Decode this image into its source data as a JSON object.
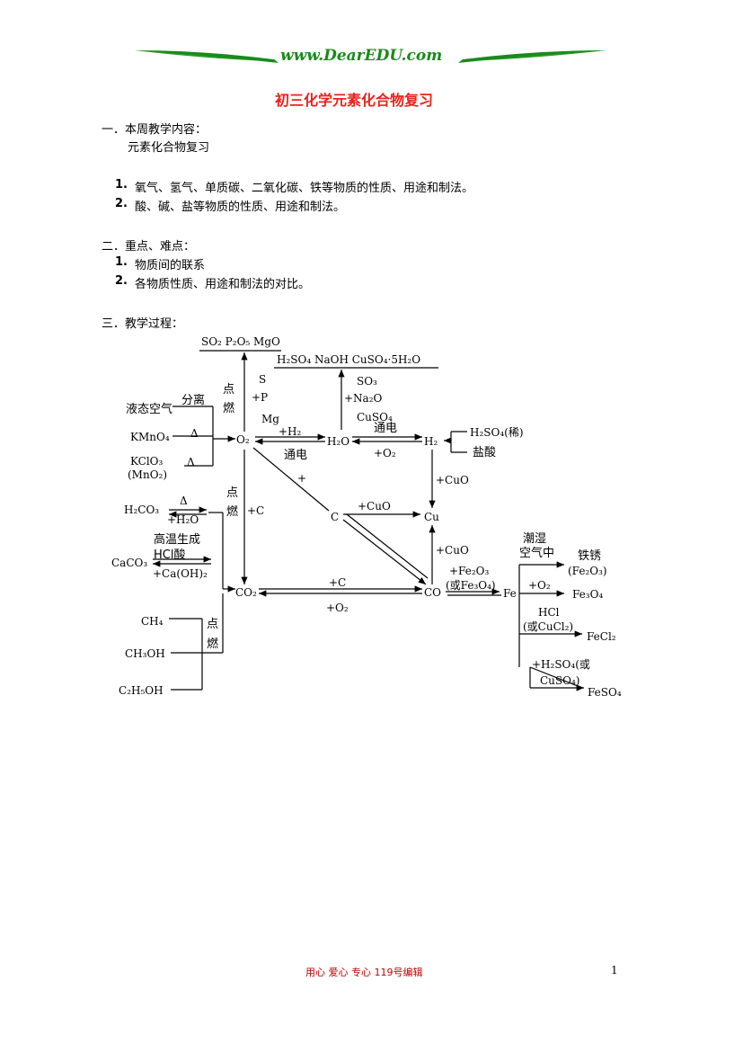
{
  "header": {
    "site": "www.DearEDU.com",
    "accent_color": "#1a8a1a"
  },
  "title": "初三化学元素化合物复习",
  "sections": [
    {
      "heading": "一．本周教学内容：",
      "lines": [
        "元素化合物复习"
      ]
    },
    {
      "items": [
        {
          "num": "1.",
          "text": "氧气、氢气、单质碳、二氧化碳、铁等物质的性质、用途和制法。"
        },
        {
          "num": "2.",
          "text": "酸、碱、盐等物质的性质、用途和制法。"
        }
      ]
    },
    {
      "heading": "二．重点、难点：",
      "items": [
        {
          "num": "1.",
          "text": "物质间的联系"
        },
        {
          "num": "2.",
          "text": "各物质性质、用途和制法的对比。"
        }
      ]
    },
    {
      "heading": "三．教学过程："
    }
  ],
  "footer": {
    "text": "用心 爱心 专心 119号编辑",
    "page": "1"
  },
  "diagram": {
    "top_products": "SO₂ P₂O₅ MgO",
    "acid_base_products": "H₂SO₄ NaOH CuSO₄·5H₂O",
    "liquid_air": "液态空气",
    "separation": "分离",
    "kmno4": "KMnO₄",
    "kclo3": "KClO₃",
    "mno2": "(MnO₂)",
    "delta": "Δ",
    "ignite": "点燃",
    "s": "S",
    "p": "+P",
    "mg": "Mg",
    "plus_h2": "+H₂",
    "electrolysis": "通电",
    "so3": "SO₃",
    "na2o": "+Na₂O",
    "cuso4": "CuSO₄",
    "plus_o2": "+O₂",
    "h2so4_dilute": "H₂SO₄(稀)",
    "hcl_acid": "盐酸",
    "o2": "O₂",
    "h2o": "H₂O",
    "h2": "H₂",
    "plus_cuo": "+CuO",
    "plus_c": "+C",
    "plus": "+",
    "c": "C",
    "cu": "Cu",
    "h2co3": "H₂CO₃",
    "plus_h2o": "+H₂O",
    "high_temp": "高温生成",
    "hcl_ca": "HCl酸",
    "caco3": "CaCO₃",
    "caoh2": "+Ca(OH)₂",
    "co2": "CO₂",
    "co": "CO",
    "fe2o3_plus": "+Fe₂O₃",
    "fe3o4_or": "(或Fe₃O₄)",
    "fe": "Fe",
    "humid_air_1": "潮湿",
    "humid_air_2": "空气中",
    "rust": "铁锈",
    "fe2o3": "(Fe₂O₃)",
    "fe3o4": "Fe₃O₄",
    "hcl": "HCl",
    "or_cucl2": "(或CuCl₂)",
    "fecl2": "FeCl₂",
    "h2so4_or": "+H₂SO₄(或",
    "cuso4_close": "CuSO₄)",
    "feso4": "FeSO₄",
    "ch4": "CH₄",
    "ch3oh": "CH₃OH",
    "c2h5oh": "C₂H₅OH"
  }
}
